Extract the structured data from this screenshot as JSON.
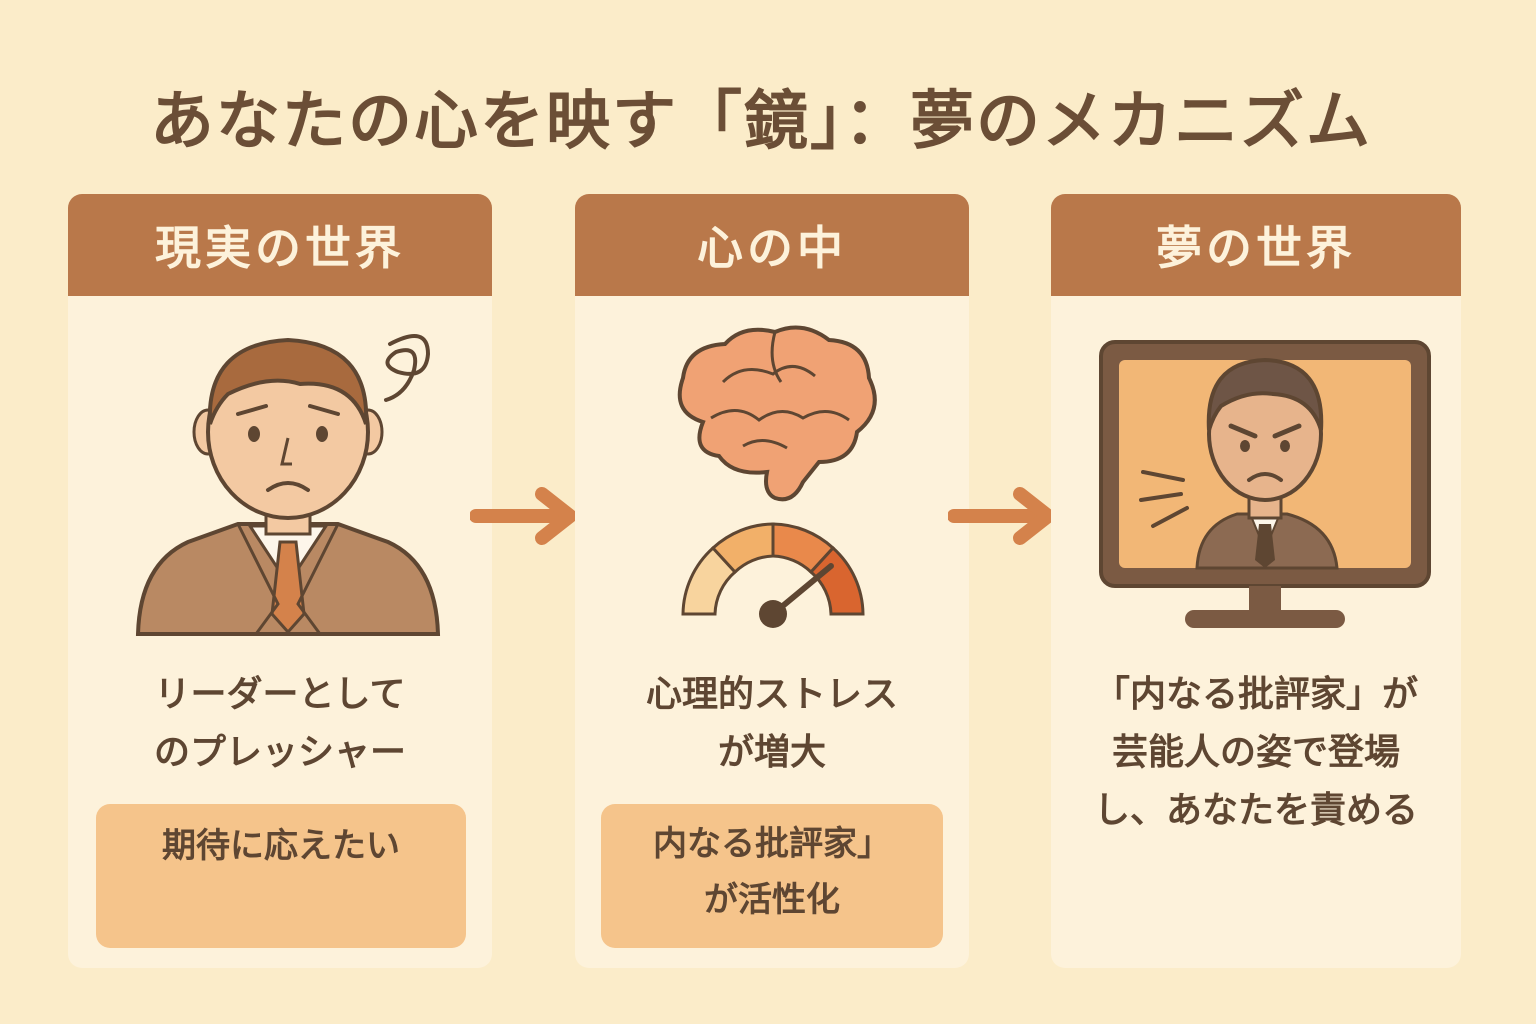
{
  "title": "あなたの心を映す「鏡」：夢のメカニズム",
  "colors": {
    "background": "#fbecc9",
    "panel": "#fdf2db",
    "header": "#b9784a",
    "note": "#f5c48b",
    "arrow": "#d4824b",
    "text": "#5e4632"
  },
  "panels": [
    {
      "header": "現実の世界",
      "icon": "stressed-businessman",
      "text_lines": [
        "リーダーとして",
        "のプレッシャー"
      ],
      "note_lines": [
        "期待に応えたい"
      ]
    },
    {
      "header": "心の中",
      "icon": "brain-with-stress-gauge",
      "text_lines": [
        "心理的ストレス",
        "が増大"
      ],
      "note_lines": [
        "内なる批評家」",
        "が活性化"
      ]
    },
    {
      "header": "夢の世界",
      "icon": "angry-man-on-tv",
      "text_lines": [
        "「内なる批評家」が",
        "芸能人の姿で登場",
        "し、あなたを責める"
      ]
    }
  ]
}
